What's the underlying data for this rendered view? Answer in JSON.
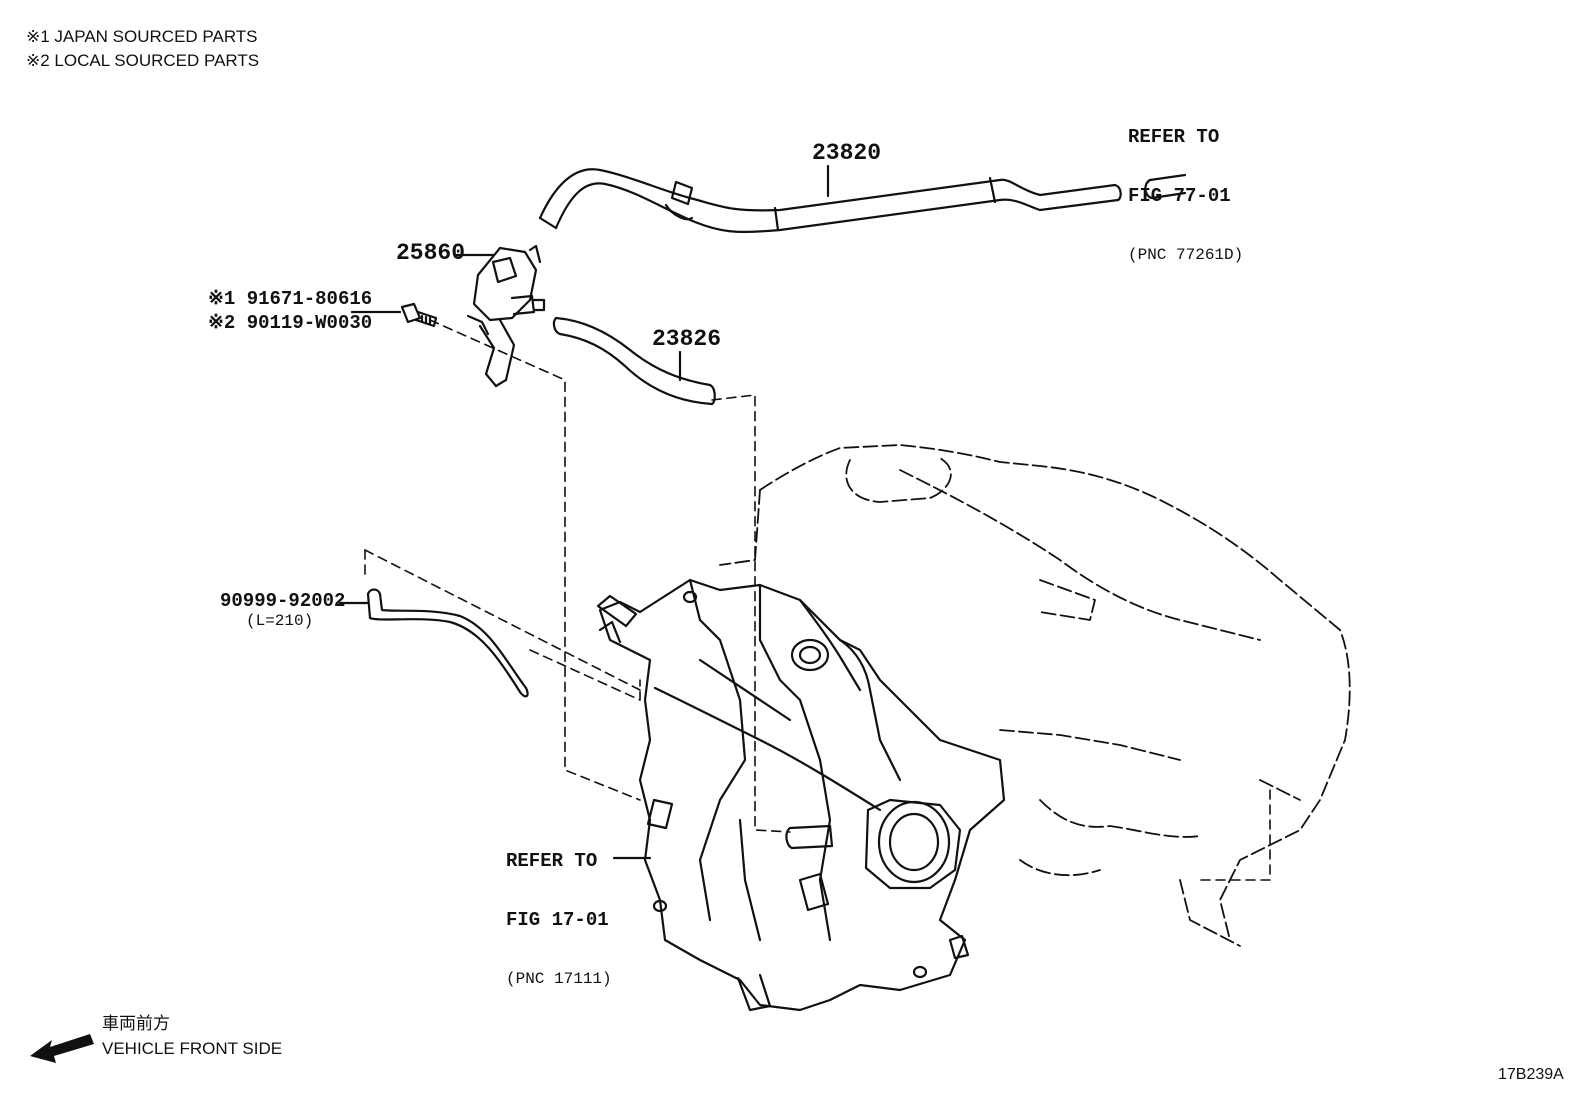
{
  "notes": {
    "japan": "※1 JAPAN SOURCED PARTS",
    "local": "※2 LOCAL SOURCED PARTS"
  },
  "parts": {
    "p23820": "23820",
    "p25860": "25860",
    "p23826": "23826",
    "bolt_japan": "※1 91671-80616",
    "bolt_local": "※2 90119-W0030",
    "hose": "90999-92002",
    "hose_length": "(L=210)"
  },
  "refs": {
    "fig77": {
      "line1": "REFER TO",
      "line2": "FIG 77-01",
      "pnc": "(PNC 77261D)"
    },
    "fig17": {
      "line1": "REFER TO",
      "line2": "FIG 17-01",
      "pnc": "(PNC 17111)"
    }
  },
  "direction": {
    "jp": "車両前方",
    "en": "VEHICLE FRONT SIDE"
  },
  "figure_id": "17B239A",
  "colors": {
    "ink": "#111111",
    "paper": "#ffffff"
  }
}
